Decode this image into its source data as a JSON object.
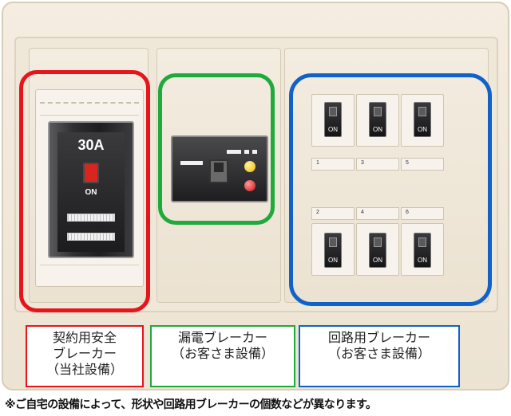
{
  "main_breaker": {
    "amperage": "30A",
    "switch_label": "ON",
    "caption_lines": [
      "契約用安全",
      "ブレーカー",
      "（当社設備）"
    ]
  },
  "leakage_breaker": {
    "caption_lines": [
      "漏電ブレーカー",
      "（お客さま設備）"
    ]
  },
  "circuit_breakers": {
    "caption_lines": [
      "回路用ブレーカー",
      "（お客さま設備）"
    ],
    "breakers": [
      {
        "number": "1",
        "label": "ON"
      },
      {
        "number": "3",
        "label": "ON"
      },
      {
        "number": "5",
        "label": "ON"
      },
      {
        "number": "2",
        "label": "ON"
      },
      {
        "number": "4",
        "label": "ON"
      },
      {
        "number": "6",
        "label": "ON"
      }
    ]
  },
  "colors": {
    "main_frame": "#e8141c",
    "leakage_frame": "#1faa3c",
    "circuit_frame": "#1162c8"
  },
  "footnote": "※ご自宅の設備によって、形状や回路用ブレーカーの個数などが異なります。"
}
